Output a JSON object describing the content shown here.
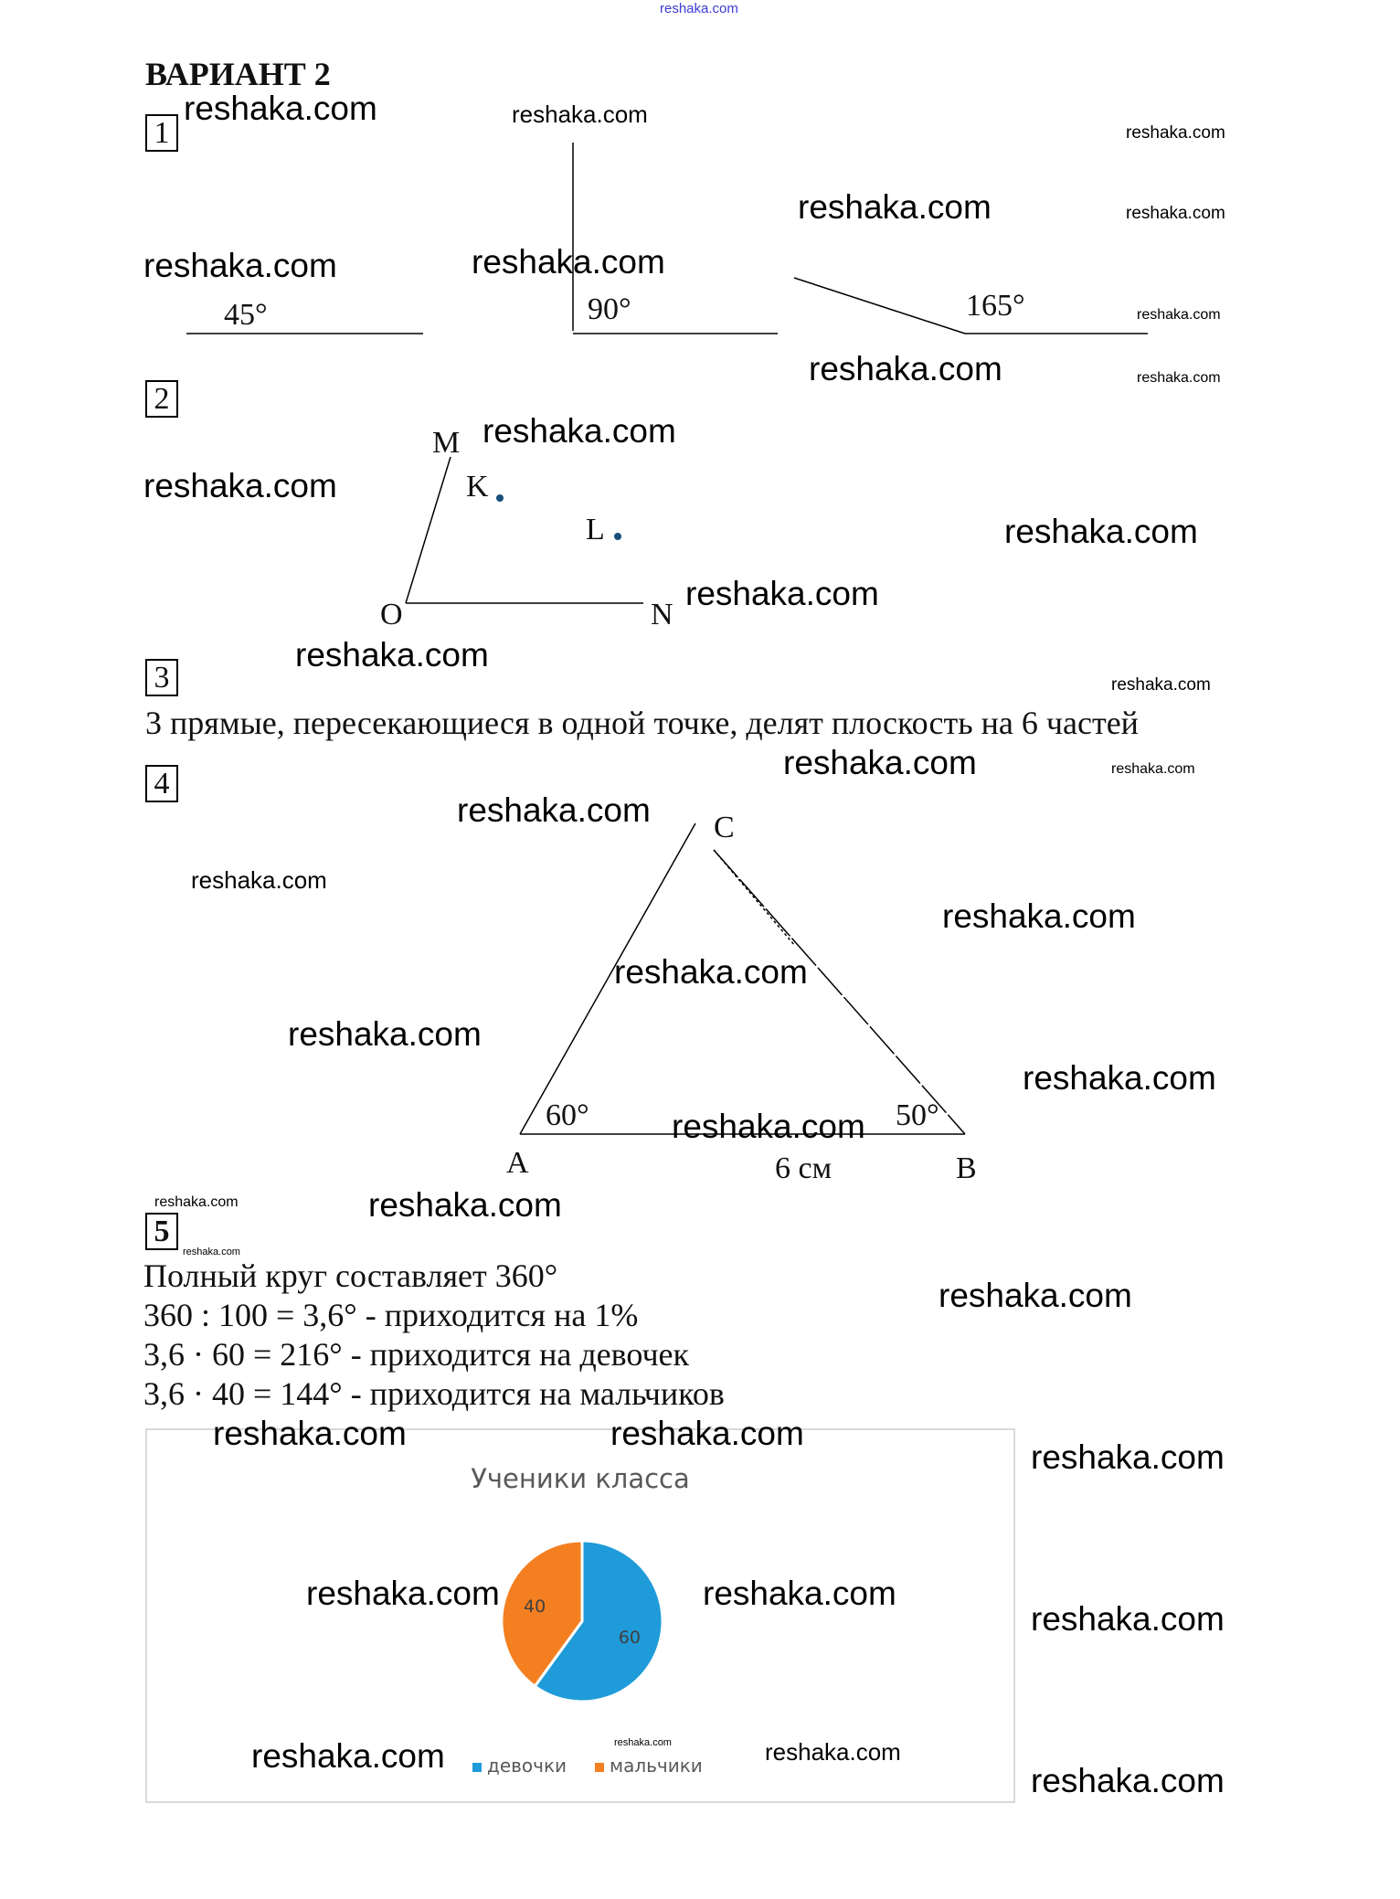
{
  "watermark": "reshaka.com",
  "header": {
    "title": "ВАРИАНТ 2"
  },
  "tasks": {
    "t1": {
      "number": "1",
      "angles": [
        "45°",
        "90°",
        "165°"
      ]
    },
    "t2": {
      "number": "2",
      "labels": {
        "M": "M",
        "K": "K",
        "L": "L",
        "O": "O",
        "N": "N"
      }
    },
    "t3": {
      "number": "3",
      "text": "3 прямые, пересекающиеся в одной точке, делят плоскость на 6 частей"
    },
    "t4": {
      "number": "4",
      "labels": {
        "A": "A",
        "B": "B",
        "C": "C"
      },
      "angle_a": "60°",
      "angle_b": "50°",
      "side_ab": "6 см"
    },
    "t5": {
      "number": "5",
      "lines": [
        "Полный круг составляет 360°",
        "360 : 100 = 3,6° - приходится на 1%",
        "3,6 · 60 = 216° - приходится на девочек",
        "3,6 · 40 = 144° - приходится на мальчиков"
      ]
    }
  },
  "chart_data": {
    "type": "pie",
    "title": "Ученики класса",
    "categories": [
      "девочки",
      "мальчики"
    ],
    "values": [
      60,
      40
    ],
    "colors": [
      "#1f9bd9",
      "#f47f20"
    ],
    "data_labels": [
      "60",
      "40"
    ],
    "legend": "bottom"
  }
}
